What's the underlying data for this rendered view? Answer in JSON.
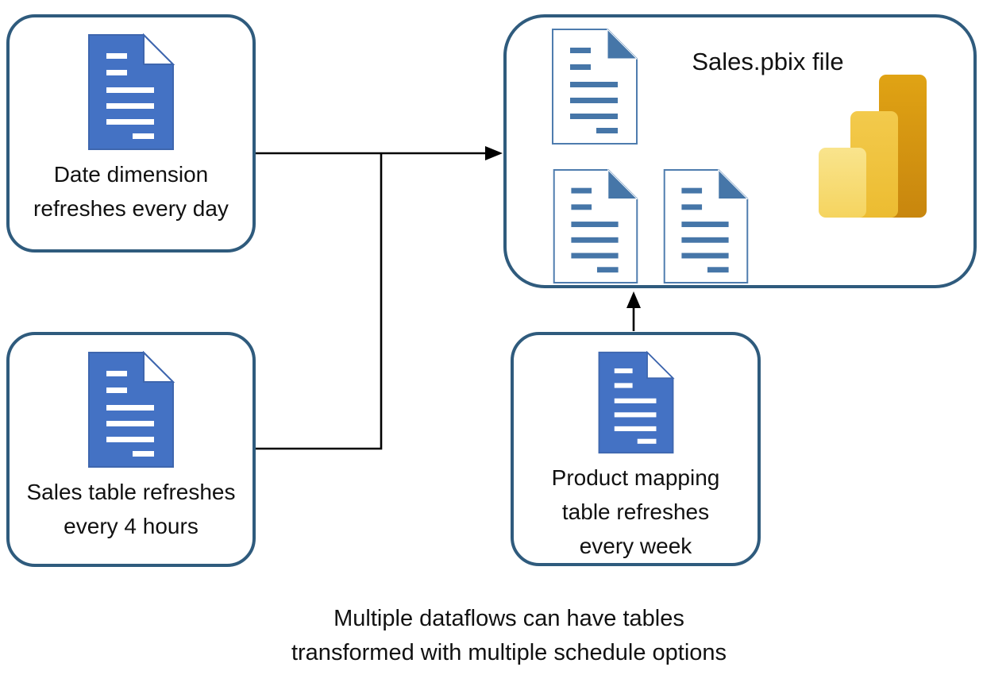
{
  "boxes": {
    "date_dimension": {
      "lines": [
        "Date dimension",
        "refreshes every day"
      ]
    },
    "sales_table": {
      "lines": [
        "Sales table refreshes",
        "every 4 hours"
      ]
    },
    "product_mapping": {
      "lines": [
        "Product mapping",
        "table refreshes",
        "every week"
      ]
    },
    "pbix": {
      "title": "Sales.pbix file"
    }
  },
  "caption": {
    "lines": [
      "Multiple dataflows can have tables",
      "transformed with multiple schedule options"
    ]
  },
  "icons": {
    "dataflow_document": "document-icon",
    "pbix_document": "document-outline-icon",
    "power_bi": "power-bi-logo"
  },
  "colors": {
    "box_border": "#2F5B7D",
    "doc_blue_fill": "#4472C4",
    "doc_blue_stroke": "#3E66AE",
    "doc_steel": "#4676A8",
    "doc_outline": "#4E7CAE",
    "arrow_color": "#000000",
    "text_color": "#111111",
    "pbi_bar_small_top": "#F9E48D",
    "pbi_bar_small_bottom": "#F5D45F",
    "pbi_bar_medium_top": "#F3CA4C",
    "pbi_bar_medium_bottom": "#ECBC31",
    "pbi_bar_large_top": "#E0A314",
    "pbi_bar_large_bottom": "#C8860E"
  }
}
